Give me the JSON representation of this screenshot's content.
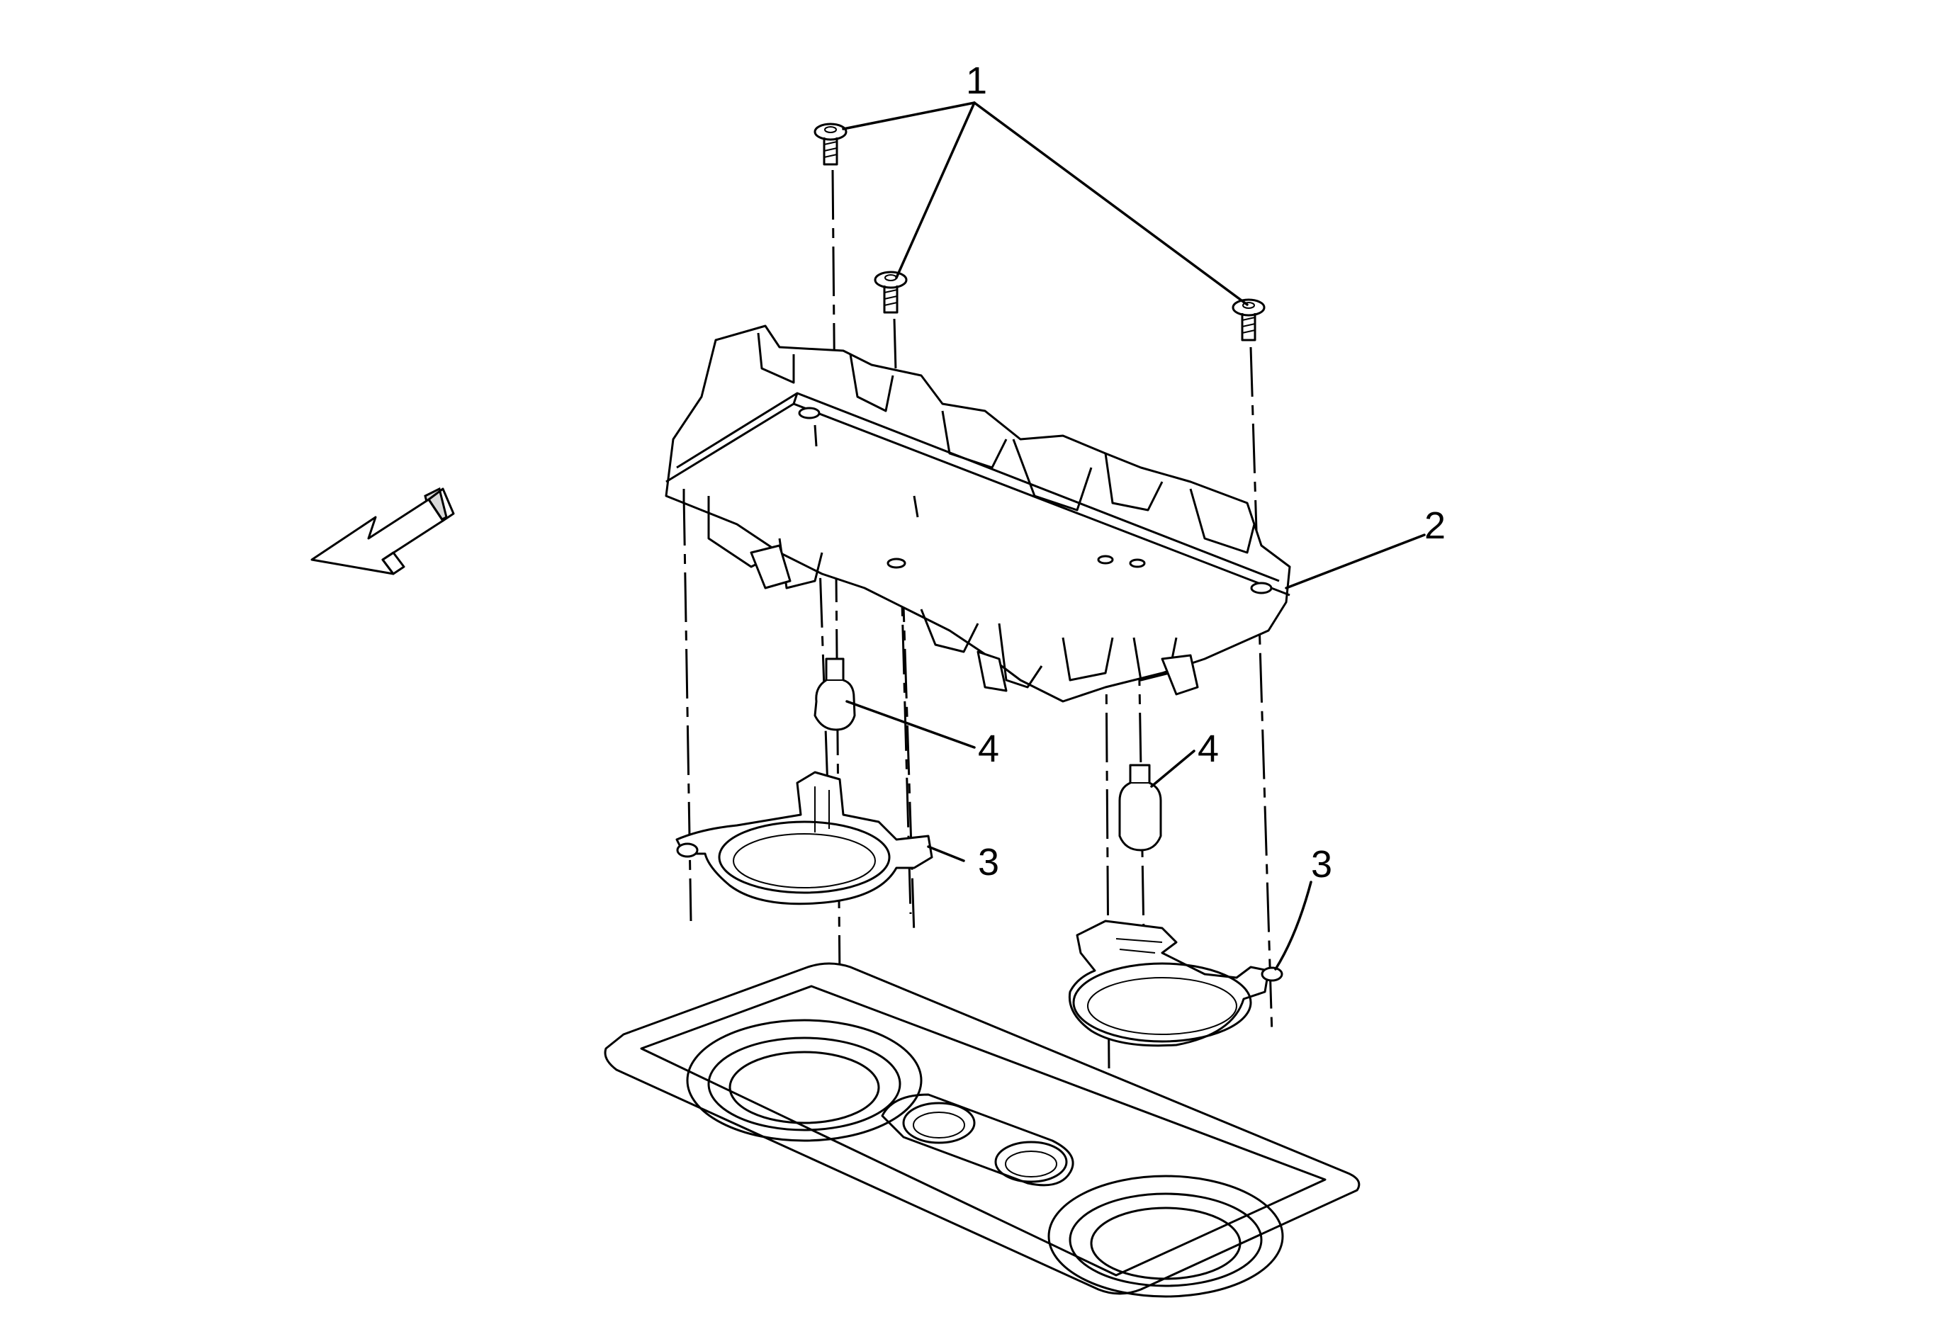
{
  "callouts": [
    {
      "id": "1",
      "label": "1"
    },
    {
      "id": "2",
      "label": "2"
    },
    {
      "id": "3a",
      "label": "3"
    },
    {
      "id": "3b",
      "label": "3"
    },
    {
      "id": "4a",
      "label": "4"
    },
    {
      "id": "4b",
      "label": "4"
    }
  ],
  "icons": {
    "direction_arrow": "front-direction-arrow-icon",
    "screw": "screw-icon"
  }
}
